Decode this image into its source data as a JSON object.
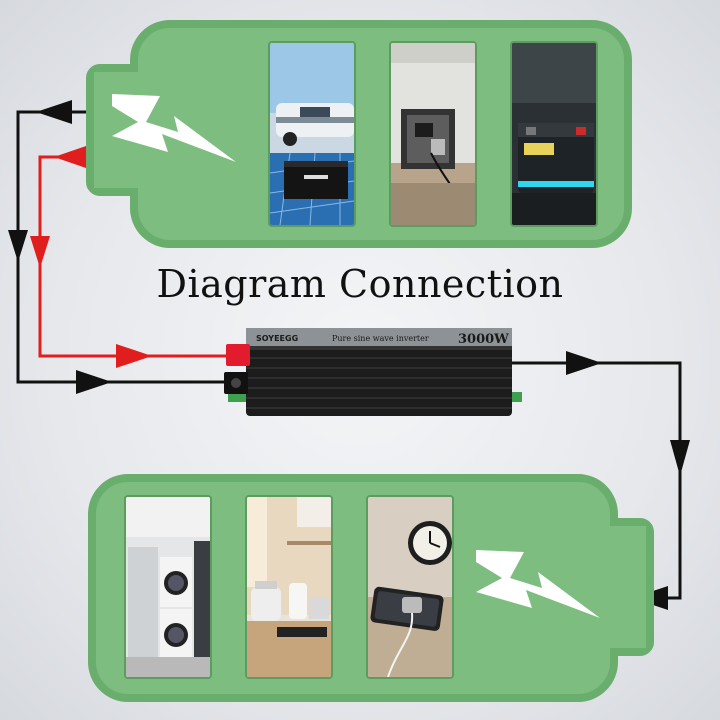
{
  "diagram": {
    "title": "Diagram Connection",
    "inverter": {
      "brand": "SOYEEGG",
      "label": "Pure sine wave inverter",
      "wattage": "3000W"
    },
    "colors": {
      "battery_fill": "#7dbd7f",
      "battery_border": "#6aae6d",
      "positive_wire": "#e01e1e",
      "negative_wire": "#111111",
      "bolt": "#ffffff"
    },
    "input_battery": {
      "photos": [
        "rv-solar-battery-photo",
        "rv-power-hookup-photo",
        "car-battery-photo"
      ]
    },
    "output_battery": {
      "photos": [
        "washer-fridge-photo",
        "kitchen-appliances-photo",
        "phone-charging-clock-photo"
      ]
    }
  }
}
